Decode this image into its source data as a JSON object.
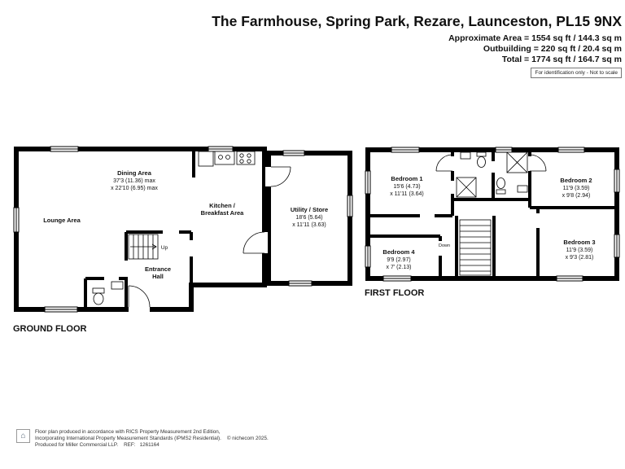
{
  "header": {
    "title": "The Farmhouse, Spring Park, Rezare, Launceston, PL15 9NX",
    "area_line1": "Approximate Area = 1554 sq ft / 144.3 sq m",
    "area_line2": "Outbuilding = 220 sq ft / 20.4 sq m",
    "area_line3": "Total = 1774 sq ft / 164.7 sq m",
    "disclaimer": "For identification only - Not to scale"
  },
  "ground_floor": {
    "label": "GROUND FLOOR",
    "rooms": {
      "dining": {
        "name": "Dining Area",
        "dims1": "37'3 (11.36) max",
        "dims2": "x 22'10 (6.95) max"
      },
      "lounge": {
        "name": "Lounge Area"
      },
      "kitchen": {
        "name1": "Kitchen /",
        "name2": "Breakfast Area"
      },
      "entrance": {
        "name1": "Entrance",
        "name2": "Hall"
      },
      "utility": {
        "name": "Utility / Store",
        "dims1": "18'6 (5.64)",
        "dims2": "x 11'11 (3.63)"
      },
      "stairs_label": "Up"
    }
  },
  "first_floor": {
    "label": "FIRST FLOOR",
    "rooms": {
      "bedroom1": {
        "name": "Bedroom 1",
        "dims1": "15'6 (4.73)",
        "dims2": "x 11'11 (3.64)"
      },
      "bedroom2": {
        "name": "Bedroom 2",
        "dims1": "11'9 (3.59)",
        "dims2": "x 9'8 (2.94)"
      },
      "bedroom3": {
        "name": "Bedroom 3",
        "dims1": "11'9 (3.59)",
        "dims2": "x 9'3 (2.81)"
      },
      "bedroom4": {
        "name": "Bedroom 4",
        "dims1": "9'9 (2.97)",
        "dims2": "x 7' (2.13)"
      },
      "stairs_label": "Down"
    }
  },
  "footer": {
    "line1": "Floor plan produced in accordance with RICS Property Measurement 2nd Edition,",
    "line2": "Incorporating International Property Measurement Standards (IPMS2 Residential).    © nichecom 2025.",
    "line3": "Produced for Miller Commercial LLP.    REF:   1261164"
  }
}
